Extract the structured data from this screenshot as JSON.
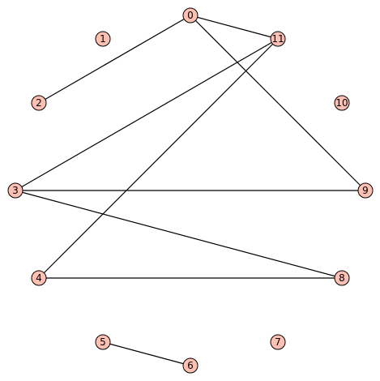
{
  "graph": {
    "node_fill": "#ffc0b4",
    "edge_color": "#000000",
    "nodes": [
      {
        "id": "0",
        "label": "0"
      },
      {
        "id": "1",
        "label": "1"
      },
      {
        "id": "2",
        "label": "2"
      },
      {
        "id": "3",
        "label": "3"
      },
      {
        "id": "4",
        "label": "4"
      },
      {
        "id": "5",
        "label": "5"
      },
      {
        "id": "6",
        "label": "6"
      },
      {
        "id": "7",
        "label": "7"
      },
      {
        "id": "8",
        "label": "8"
      },
      {
        "id": "9",
        "label": "9"
      },
      {
        "id": "10",
        "label": "10"
      },
      {
        "id": "11",
        "label": "11"
      }
    ],
    "edges": [
      [
        "0",
        "2"
      ],
      [
        "0",
        "11"
      ],
      [
        "0",
        "9"
      ],
      [
        "11",
        "3"
      ],
      [
        "11",
        "4"
      ],
      [
        "3",
        "9"
      ],
      [
        "3",
        "8"
      ],
      [
        "4",
        "8"
      ],
      [
        "5",
        "6"
      ]
    ]
  }
}
